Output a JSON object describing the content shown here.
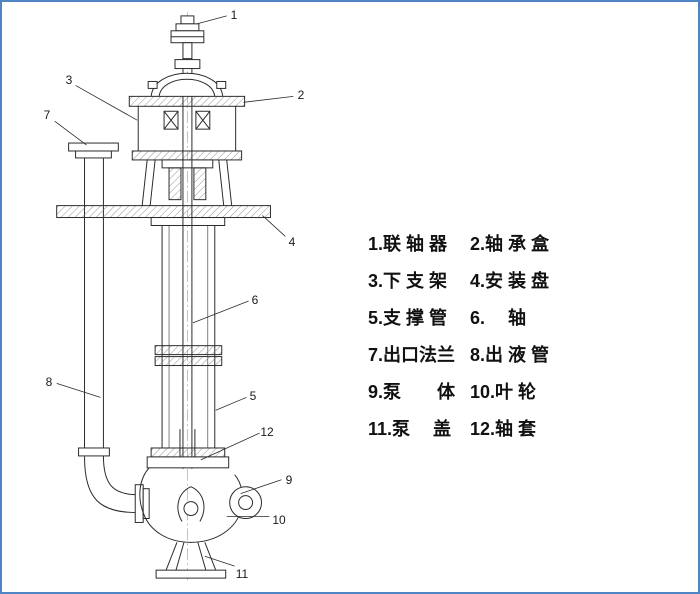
{
  "frame": {
    "border_color": "#4f84c4",
    "background": "#ffffff",
    "stroke_color": "#2b2b2b"
  },
  "diagram": {
    "subject": "vertical-sump-pump-sectional-drawing",
    "callouts": [
      {
        "num": "1"
      },
      {
        "num": "2"
      },
      {
        "num": "3"
      },
      {
        "num": "4"
      },
      {
        "num": "5"
      },
      {
        "num": "6"
      },
      {
        "num": "7"
      },
      {
        "num": "8"
      },
      {
        "num": "9"
      },
      {
        "num": "10"
      },
      {
        "num": "11"
      },
      {
        "num": "12"
      }
    ]
  },
  "legend": {
    "rows": [
      {
        "left": "1.联 轴 器",
        "right": "2.轴 承 盒"
      },
      {
        "left": "3.下 支 架",
        "right": "4.安 装 盘"
      },
      {
        "left": "5.支 撑 管",
        "right": "6.　 轴"
      },
      {
        "left": "7.出口法兰",
        "right": "8.出 液 管"
      },
      {
        "left": "9.泵　　体",
        "right": "10.叶 轮"
      },
      {
        "left": "11.泵　 盖",
        "right": "12.轴 套"
      }
    ]
  }
}
